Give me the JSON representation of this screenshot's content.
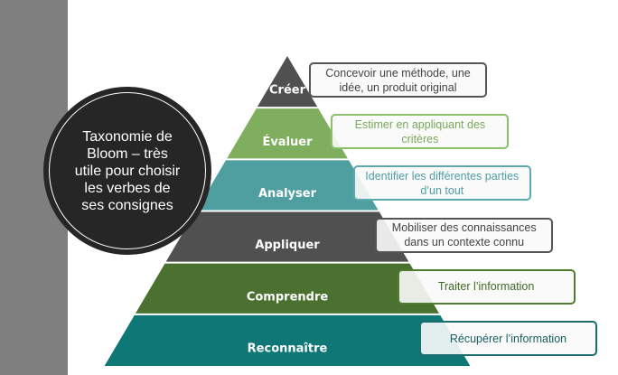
{
  "title": "Taxonomie de Bloom – très utile pour choisir les verbes de ses consignes",
  "levels": [
    {
      "label": "Créer",
      "description": "Concevoir une méthode, une idée, un produit original",
      "color": "#505050",
      "border": "#555555",
      "text": "#444444"
    },
    {
      "label": "Évaluer",
      "description": "Estimer en appliquant des critères",
      "color": "#7fae5e",
      "border": "#8cbf6a",
      "text": "#79a95a"
    },
    {
      "label": "Analyser",
      "description": "Identifier les différentes parties d’un tout",
      "color": "#4f9ea0",
      "border": "#5aaab0",
      "text": "#4f9ea4"
    },
    {
      "label": "Appliquer",
      "description": "Mobiliser des connaissances dans un contexte connu",
      "color": "#505050",
      "border": "#555555",
      "text": "#444444"
    },
    {
      "label": "Comprendre",
      "description": "Traiter l’information",
      "color": "#4b7131",
      "border": "#4e7d2e",
      "text": "#3f6a25"
    },
    {
      "label": "Reconnaître",
      "description": "Récupérer l’information",
      "color": "#0f7877",
      "border": "#1a6e70",
      "text": "#155e62"
    }
  ]
}
